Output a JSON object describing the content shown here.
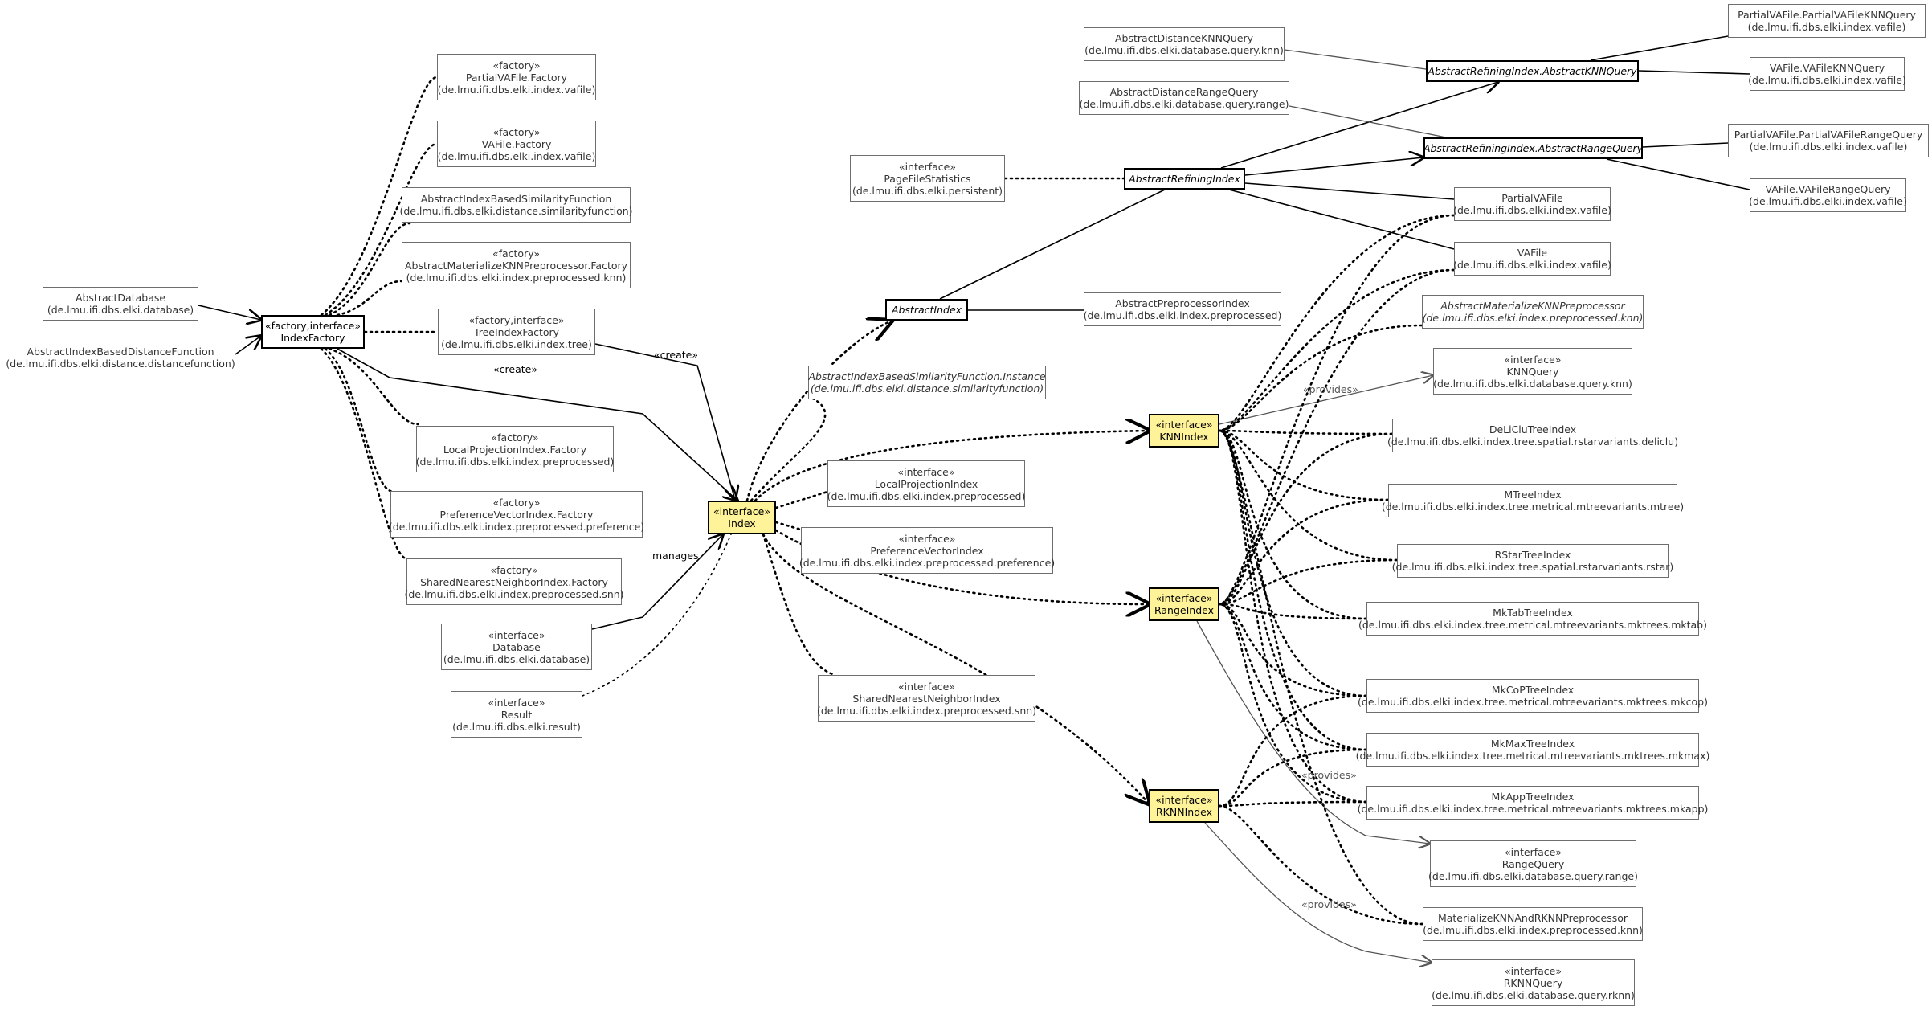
{
  "nodes": [
    {
      "id": "partialvafile-factory",
      "lines": [
        "«factory»",
        "PartialVAFile.Factory",
        "(de.lmu.ifi.dbs.elki.index.vafile)"
      ],
      "style": "normal"
    },
    {
      "id": "vafile-factory",
      "lines": [
        "«factory»",
        "VAFile.Factory",
        "(de.lmu.ifi.dbs.elki.index.vafile)"
      ],
      "style": "normal"
    },
    {
      "id": "abstract-index-based-similarity-function",
      "lines": [
        "AbstractIndexBasedSimilarityFunction",
        "(de.lmu.ifi.dbs.elki.distance.similarityfunction)"
      ],
      "style": "abstract"
    },
    {
      "id": "abstract-materialize-knn-preprocessor-factory",
      "lines": [
        "«factory»",
        "AbstractMaterializeKNNPreprocessor.Factory",
        "(de.lmu.ifi.dbs.elki.index.preprocessed.knn)"
      ],
      "style": "abstract"
    },
    {
      "id": "abstract-database",
      "lines": [
        "AbstractDatabase",
        "(de.lmu.ifi.dbs.elki.database)"
      ],
      "style": "abstract"
    },
    {
      "id": "abstract-index-based-distance-function",
      "lines": [
        "AbstractIndexBasedDistanceFunction",
        "(de.lmu.ifi.dbs.elki.distance.distancefunction)"
      ],
      "style": "abstract"
    },
    {
      "id": "index-factory",
      "lines": [
        "«factory,interface»",
        "IndexFactory"
      ],
      "style": "focus"
    },
    {
      "id": "tree-index-factory",
      "lines": [
        "«factory,interface»",
        "TreeIndexFactory",
        "(de.lmu.ifi.dbs.elki.index.tree)"
      ],
      "style": "abstract"
    },
    {
      "id": "local-projection-index-factory",
      "lines": [
        "«factory»",
        "LocalProjectionIndex.Factory",
        "(de.lmu.ifi.dbs.elki.index.preprocessed)"
      ],
      "style": "normal"
    },
    {
      "id": "preference-vector-index-factory",
      "lines": [
        "«factory»",
        "PreferenceVectorIndex.Factory",
        "(de.lmu.ifi.dbs.elki.index.preprocessed.preference)"
      ],
      "style": "normal"
    },
    {
      "id": "shared-nearest-neighbor-index-factory",
      "lines": [
        "«factory»",
        "SharedNearestNeighborIndex.Factory",
        "(de.lmu.ifi.dbs.elki.index.preprocessed.snn)"
      ],
      "style": "normal"
    },
    {
      "id": "database",
      "lines": [
        "«interface»",
        "Database",
        "(de.lmu.ifi.dbs.elki.database)"
      ],
      "style": "normal"
    },
    {
      "id": "result",
      "lines": [
        "«interface»",
        "Result",
        "(de.lmu.ifi.dbs.elki.result)"
      ],
      "style": "normal"
    },
    {
      "id": "index",
      "lines": [
        "«interface»",
        "Index"
      ],
      "style": "yellow"
    },
    {
      "id": "page-file-statistics",
      "lines": [
        "«interface»",
        "PageFileStatistics",
        "(de.lmu.ifi.dbs.elki.persistent)"
      ],
      "style": "normal"
    },
    {
      "id": "abstract-index",
      "lines": [
        "AbstractIndex"
      ],
      "style": "focus-abstract"
    },
    {
      "id": "abstract-index-based-similarity-function-instance",
      "lines": [
        "AbstractIndexBasedSimilarityFunction.Instance",
        "(de.lmu.ifi.dbs.elki.distance.similarityfunction)"
      ],
      "style": "abstract"
    },
    {
      "id": "local-projection-index",
      "lines": [
        "«interface»",
        "LocalProjectionIndex",
        "(de.lmu.ifi.dbs.elki.index.preprocessed)"
      ],
      "style": "normal"
    },
    {
      "id": "preference-vector-index",
      "lines": [
        "«interface»",
        "PreferenceVectorIndex",
        "(de.lmu.ifi.dbs.elki.index.preprocessed.preference)"
      ],
      "style": "normal"
    },
    {
      "id": "shared-nearest-neighbor-index",
      "lines": [
        "«interface»",
        "SharedNearestNeighborIndex",
        "(de.lmu.ifi.dbs.elki.index.preprocessed.snn)"
      ],
      "style": "normal"
    },
    {
      "id": "abstract-distance-knn-query",
      "lines": [
        "AbstractDistanceKNNQuery",
        "(de.lmu.ifi.dbs.elki.database.query.knn)"
      ],
      "style": "abstract"
    },
    {
      "id": "abstract-distance-range-query",
      "lines": [
        "AbstractDistanceRangeQuery",
        "(de.lmu.ifi.dbs.elki.database.query.range)"
      ],
      "style": "abstract"
    },
    {
      "id": "abstract-refining-index",
      "lines": [
        "AbstractRefiningIndex"
      ],
      "style": "focus-abstract"
    },
    {
      "id": "abstract-preprocessor-index",
      "lines": [
        "AbstractPreprocessorIndex",
        "(de.lmu.ifi.dbs.elki.index.preprocessed)"
      ],
      "style": "abstract"
    },
    {
      "id": "knn-index",
      "lines": [
        "«interface»",
        "KNNIndex"
      ],
      "style": "yellow"
    },
    {
      "id": "range-index",
      "lines": [
        "«interface»",
        "RangeIndex"
      ],
      "style": "yellow"
    },
    {
      "id": "rknn-index",
      "lines": [
        "«interface»",
        "RKNNIndex"
      ],
      "style": "yellow"
    },
    {
      "id": "abstract-refining-index-abstract-knn-query",
      "lines": [
        "AbstractRefiningIndex.AbstractKNNQuery"
      ],
      "style": "focus-abstract"
    },
    {
      "id": "abstract-refining-index-abstract-range-query",
      "lines": [
        "AbstractRefiningIndex.AbstractRangeQuery"
      ],
      "style": "focus-abstract"
    },
    {
      "id": "partialvafile",
      "lines": [
        "PartialVAFile",
        "(de.lmu.ifi.dbs.elki.index.vafile)"
      ],
      "style": "normal"
    },
    {
      "id": "vafile",
      "lines": [
        "VAFile",
        "(de.lmu.ifi.dbs.elki.index.vafile)"
      ],
      "style": "normal"
    },
    {
      "id": "abstract-materialize-knn-preprocessor",
      "lines": [
        "AbstractMaterializeKNNPreprocessor",
        "(de.lmu.ifi.dbs.elki.index.preprocessed.knn)"
      ],
      "style": "abstract"
    },
    {
      "id": "knn-query",
      "lines": [
        "«interface»",
        "KNNQuery",
        "(de.lmu.ifi.dbs.elki.database.query.knn)"
      ],
      "style": "normal"
    },
    {
      "id": "deliclu-tree-index",
      "lines": [
        "DeLiCluTreeIndex",
        "(de.lmu.ifi.dbs.elki.index.tree.spatial.rstarvariants.deliclu)"
      ],
      "style": "normal"
    },
    {
      "id": "mtree-index",
      "lines": [
        "MTreeIndex",
        "(de.lmu.ifi.dbs.elki.index.tree.metrical.mtreevariants.mtree)"
      ],
      "style": "normal"
    },
    {
      "id": "rstar-tree-index",
      "lines": [
        "RStarTreeIndex",
        "(de.lmu.ifi.dbs.elki.index.tree.spatial.rstarvariants.rstar)"
      ],
      "style": "normal"
    },
    {
      "id": "mktab-tree-index",
      "lines": [
        "MkTabTreeIndex",
        "(de.lmu.ifi.dbs.elki.index.tree.metrical.mtreevariants.mktrees.mktab)"
      ],
      "style": "normal"
    },
    {
      "id": "mkcop-tree-index",
      "lines": [
        "MkCoPTreeIndex",
        "(de.lmu.ifi.dbs.elki.index.tree.metrical.mtreevariants.mktrees.mkcop)"
      ],
      "style": "normal"
    },
    {
      "id": "mkmax-tree-index",
      "lines": [
        "MkMaxTreeIndex",
        "(de.lmu.ifi.dbs.elki.index.tree.metrical.mtreevariants.mktrees.mkmax)"
      ],
      "style": "normal"
    },
    {
      "id": "mkapp-tree-index",
      "lines": [
        "MkAppTreeIndex",
        "(de.lmu.ifi.dbs.elki.index.tree.metrical.mtreevariants.mktrees.mkapp)"
      ],
      "style": "normal"
    },
    {
      "id": "range-query",
      "lines": [
        "«interface»",
        "RangeQuery",
        "(de.lmu.ifi.dbs.elki.database.query.range)"
      ],
      "style": "normal"
    },
    {
      "id": "materialize-knn-and-rknn-preprocessor",
      "lines": [
        "MaterializeKNNAndRKNNPreprocessor",
        "(de.lmu.ifi.dbs.elki.index.preprocessed.knn)"
      ],
      "style": "normal"
    },
    {
      "id": "rknn-query",
      "lines": [
        "«interface»",
        "RKNNQuery",
        "(de.lmu.ifi.dbs.elki.database.query.rknn)"
      ],
      "style": "normal"
    },
    {
      "id": "partialvafile-partialvafile-knn-query",
      "lines": [
        "PartialVAFile.PartialVAFileKNNQuery",
        "(de.lmu.ifi.dbs.elki.index.vafile)"
      ],
      "style": "normal"
    },
    {
      "id": "vafile-vafile-knn-query",
      "lines": [
        "VAFile.VAFileKNNQuery",
        "(de.lmu.ifi.dbs.elki.index.vafile)"
      ],
      "style": "normal"
    },
    {
      "id": "partialvafile-partialvafile-range-query",
      "lines": [
        "PartialVAFile.PartialVAFileRangeQuery",
        "(de.lmu.ifi.dbs.elki.index.vafile)"
      ],
      "style": "normal"
    },
    {
      "id": "vafile-vafile-range-query",
      "lines": [
        "VAFile.VAFileRangeQuery",
        "(de.lmu.ifi.dbs.elki.index.vafile)"
      ],
      "style": "normal"
    }
  ],
  "edge_labels": {
    "create_top": "«create»",
    "create_tree": "«create»",
    "manages": "manages",
    "provides_knn": "«provides»",
    "provides_range": "«provides»",
    "provides_rknn": "«provides»"
  },
  "colors": {
    "yellow_fill": "#fff39a",
    "edge_black": "#000000",
    "edge_grey": "#555555",
    "node_border": "#6e6e6e"
  }
}
